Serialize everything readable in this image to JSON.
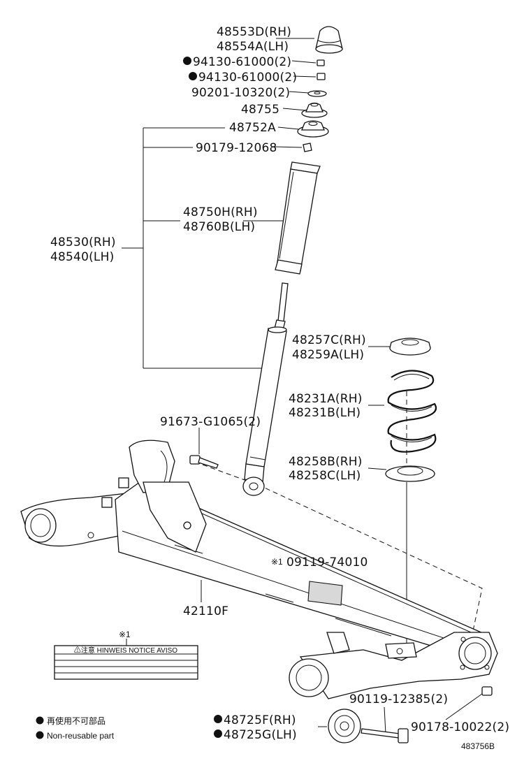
{
  "labels": {
    "bump_stopper_rh": "48553D(RH)",
    "bump_stopper_lh": "48554A(LH)",
    "nut_1": "94130-61000(2)",
    "nut_2": "94130-61000(2)",
    "washer": "90201-10320(2)",
    "support_cover": "48755",
    "support": "48752A",
    "nut_3": "90179-12068",
    "bellows_rh": "48750H(RH)",
    "bellows_lh": "48760B(LH)",
    "absorber_rh": "48530(RH)",
    "absorber_lh": "48540(LH)",
    "upper_insulator_rh": "48257C(RH)",
    "upper_insulator_lh": "48259A(LH)",
    "spring_rh": "48231A(RH)",
    "spring_lh": "48231B(LH)",
    "lower_insulator_rh": "48258B(RH)",
    "lower_insulator_lh": "48258C(LH)",
    "bolt_1": "91673-G1065(2)",
    "notice_part": "09119-74010",
    "axle_beam": "42110F",
    "bolt_2": "90119-12385(2)",
    "bushing_rh": "48725F(RH)",
    "bushing_lh": "48725G(LH)",
    "nut_4": "90178-10022(2)",
    "notice_mark": "※1",
    "notice_mark_2": "※1",
    "notice_text": "⚠注意 HINWEIS NOTICE AVISO",
    "legend_jp": "再使用不可部品",
    "legend_en": "Non-reusable part",
    "diagram_id": "483756B"
  }
}
